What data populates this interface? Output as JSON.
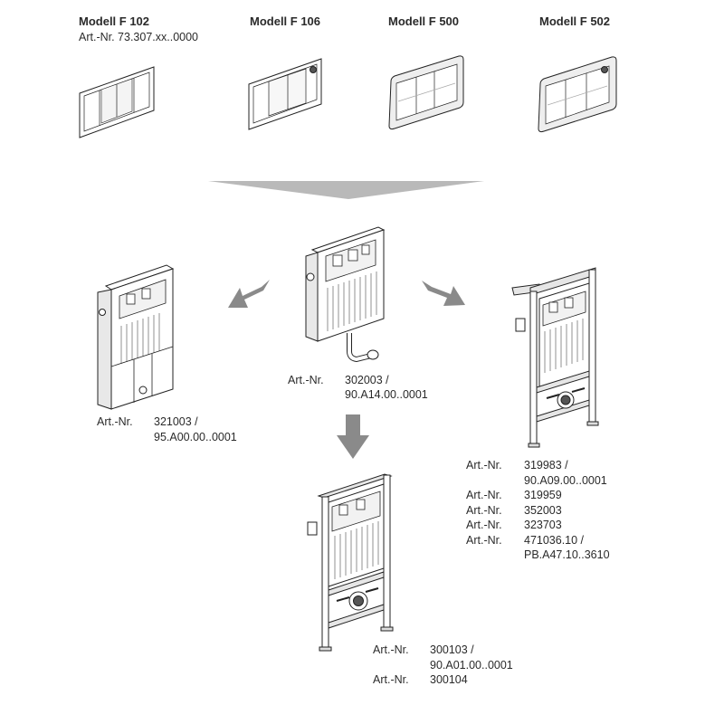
{
  "colors": {
    "stroke": "#222222",
    "arrow": "#8a8a8a",
    "funnel": "#b9b9b9",
    "text": "#2a2a2a"
  },
  "models": [
    {
      "title": "Modell F 102",
      "subtitle": "Art.-Nr. 73.307.xx..0000"
    },
    {
      "title": "Modell F 106"
    },
    {
      "title": "Modell F 500"
    },
    {
      "title": "Modell F 502"
    }
  ],
  "center_unit": {
    "label": "Art.-Nr.",
    "lines": [
      "302003 /",
      "90.A14.00..0001"
    ]
  },
  "left_unit": {
    "label": "Art.-Nr.",
    "lines": [
      "321003 /",
      "95.A00.00..0001"
    ]
  },
  "right_unit": {
    "entries": [
      {
        "label": "Art.-Nr.",
        "value": "319983 /"
      },
      {
        "label": "",
        "value": "90.A09.00..0001"
      },
      {
        "label": "Art.-Nr.",
        "value": "319959"
      },
      {
        "label": "Art.-Nr.",
        "value": "352003"
      },
      {
        "label": "Art.-Nr.",
        "value": "323703"
      },
      {
        "label": "Art.-Nr.",
        "value": "471036.10 /"
      },
      {
        "label": "",
        "value": "PB.A47.10..3610"
      }
    ]
  },
  "bottom_unit": {
    "entries": [
      {
        "label": "Art.-Nr.",
        "value": "300103 /"
      },
      {
        "label": "",
        "value": "90.A01.00..0001"
      },
      {
        "label": "Art.-Nr.",
        "value": "300104"
      }
    ]
  },
  "icons": [
    "flush-plate-icon",
    "cistern-icon",
    "mounting-frame-icon",
    "arrow-icon"
  ]
}
